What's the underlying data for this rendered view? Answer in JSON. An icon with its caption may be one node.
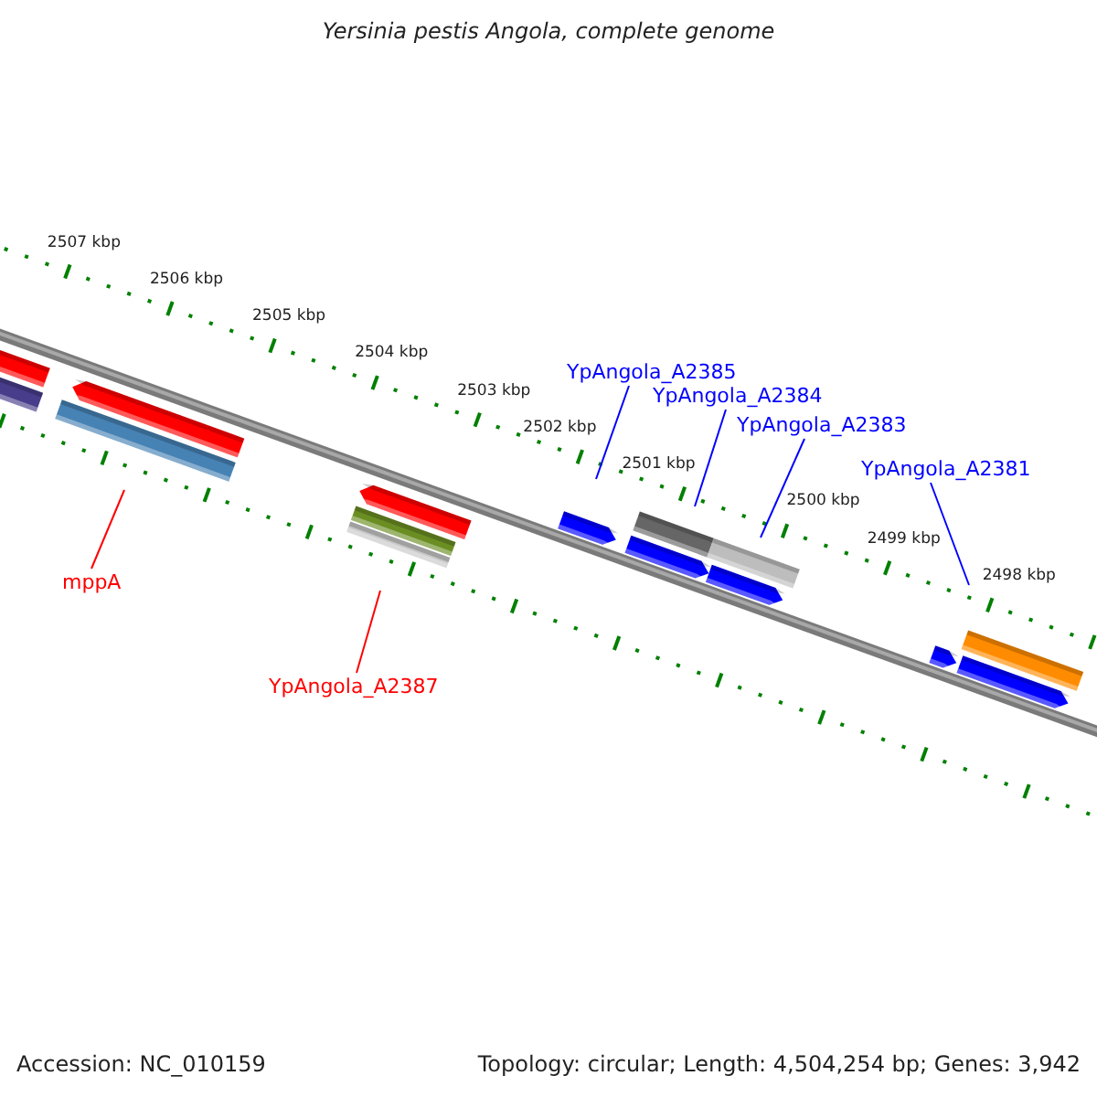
{
  "diagram": {
    "title": "Yersinia pestis Angola, complete genome",
    "nodes": [
      {
        "text": [
          "YpAngola_A2385"
        ]
      },
      {
        "text": [
          "YpAngola_A2384"
        ]
      },
      {
        "text": [
          "YpAngola_A2383"
        ]
      },
      {
        "text": [
          "YpAngola_A2381"
        ]
      },
      {
        "text": [
          "mppA"
        ]
      },
      {
        "text": [
          "YpAngola_A2387"
        ]
      }
    ],
    "edges": [
      {
        "from": 0,
        "to": null,
        "arrow": "none"
      },
      {
        "from": 1,
        "to": null,
        "arrow": "none"
      },
      {
        "from": 2,
        "to": null,
        "arrow": "none"
      },
      {
        "from": 3,
        "to": null,
        "arrow": "none"
      },
      {
        "from": 4,
        "to": null,
        "arrow": "none",
        "color": "#ff0000"
      },
      {
        "from": 5,
        "to": null,
        "arrow": "none",
        "color": "#ff0000"
      }
    ],
    "labels": [
      "2507 kbp",
      "2506 kbp",
      "2505 kbp",
      "2504 kbp",
      "2503 kbp",
      "2502 kbp",
      "2501 kbp",
      "2500 kbp",
      "2499 kbp",
      "2498 kbp",
      "Accession: NC_010159",
      "Topology: circular; Length: 4,504,254 bp; Genes: 3,942"
    ]
  }
}
